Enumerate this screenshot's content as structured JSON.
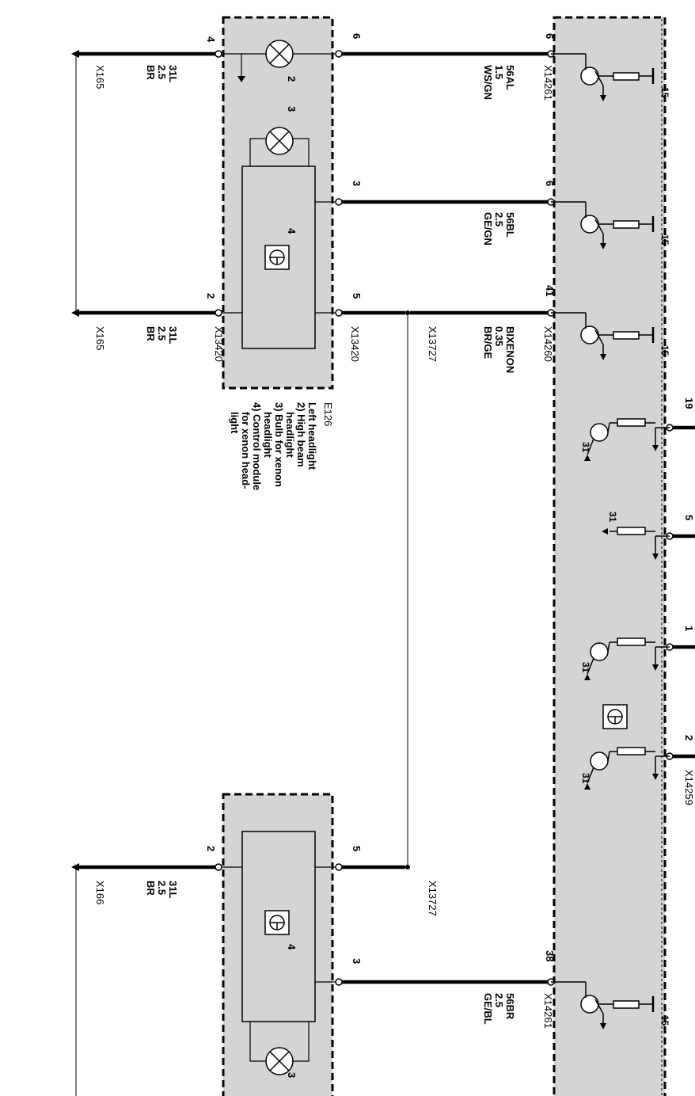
{
  "colors": {
    "box_fill": "#d4d4d4",
    "wire": "#000000",
    "background": "#ffffff"
  },
  "labels": {
    "pin_4": "4",
    "pin_6": "6",
    "pin_6b": "6",
    "pin_3": "3",
    "pin_41": "41",
    "pin_2_e126": "2",
    "pin_5_e126": "5",
    "pin_19": "19",
    "pin_5_ctrl": "5",
    "pin_1_ctrl": "1",
    "pin_2_ctrl": "2",
    "pin_2_lower": "2",
    "pin_5_lower": "5",
    "pin_3_lower": "3",
    "pin_38": "38",
    "x165_a": "X165",
    "x165_b": "X165",
    "x166": "X166",
    "x14261_a": "X14261",
    "x14261_b": "X14261",
    "x14260": "X14260",
    "x14259": "X14259",
    "x13420_a": "X13420",
    "x13420_b": "X13420",
    "x13727_a": "X13727",
    "x13727_b": "X13727",
    "w_31l_a": [
      "31L",
      "2.5",
      "BR"
    ],
    "w_31l_b": [
      "31L",
      "2.5",
      "BR"
    ],
    "w_31l_c": [
      "31L",
      "2.5",
      "BR"
    ],
    "w_56al": [
      "56AL",
      "1.5",
      "WS/GN"
    ],
    "w_56bl": [
      "56BL",
      "2.5",
      "GE/GN"
    ],
    "w_bixenon": [
      "BIXENON",
      "0.35",
      "BR/GE"
    ],
    "w_56br": [
      "56BR",
      "2.5",
      "GE/BL"
    ],
    "comp_2": "2",
    "comp_3": "3",
    "comp_4": "4",
    "comp_4_lower": "4",
    "comp_3_lower": "3",
    "v15_a": "15",
    "v15_b": "15",
    "v15_c": "15",
    "v15_d": "15",
    "g31_a": "31",
    "g31_b": "31",
    "g31_c": "31",
    "g31_d": "31"
  },
  "legend": {
    "title": "E126",
    "lines": [
      "Left headlight",
      "2) High beam",
      "headlight",
      "3) Bulb for xenon",
      "headlight",
      "4) Control module",
      "for xenon head-",
      "light"
    ]
  }
}
